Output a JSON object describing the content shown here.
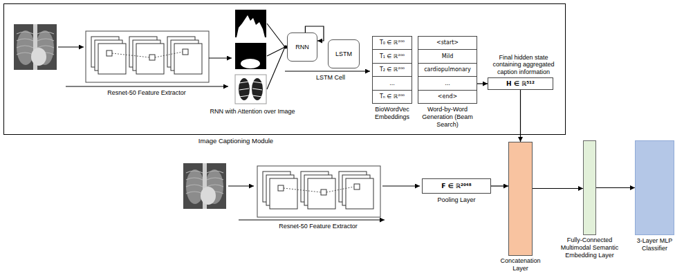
{
  "diagram": {
    "nodes": [
      {
        "text": [
          "Image Captioning Module"
        ]
      },
      {
        "text": [
          "RNN"
        ],
        "in": 0
      },
      {
        "text": [
          "LSTM"
        ],
        "in": 0
      },
      {
        "text": [
          "T₀ ∈ ℝ²⁰⁰",
          "T₁ ∈ ℝ²⁰⁰",
          "T₂ ∈ ℝ²⁰⁰",
          "...",
          "Tₙ ∈ ℝ²⁰⁰",
          "BioWordVec Embeddings"
        ],
        "in": 0
      },
      {
        "text": [
          "<start>",
          "Mild",
          "cardiopulmonary",
          "...",
          "<end>",
          "Word-by-Word Generation (Beam Search)"
        ],
        "in": 0
      },
      {
        "text": [
          "Final hidden state containing aggregated caption information",
          "H ∈ ℝ⁵¹²"
        ],
        "in": 0
      },
      {
        "text": [
          "F ∈ ℝ²⁰⁴⁸",
          "Pooling Layer"
        ]
      },
      {
        "text": [
          "Concatenation Layer"
        ]
      },
      {
        "text": [
          "Fully-Connected Multimodal Semantic Embedding Layer"
        ]
      },
      {
        "text": [
          "3-Layer MLP Classifier"
        ]
      }
    ],
    "edges": [
      {
        "from": 1,
        "to": 1,
        "arrow": "to"
      },
      {
        "from": 4,
        "to": 5,
        "arrow": "to"
      },
      {
        "from": 5,
        "to": 7,
        "arrow": "to"
      },
      {
        "from": 6,
        "to": 7,
        "arrow": "to"
      },
      {
        "from": 7,
        "to": 8,
        "arrow": "to"
      },
      {
        "from": 8,
        "to": 9,
        "arrow": "to"
      }
    ],
    "labels": [
      "Resnet-50 Feature Extractor",
      "RNN with Attention over Image",
      "LSTM Cell",
      "Resnet-50 Feature Extractor"
    ]
  }
}
